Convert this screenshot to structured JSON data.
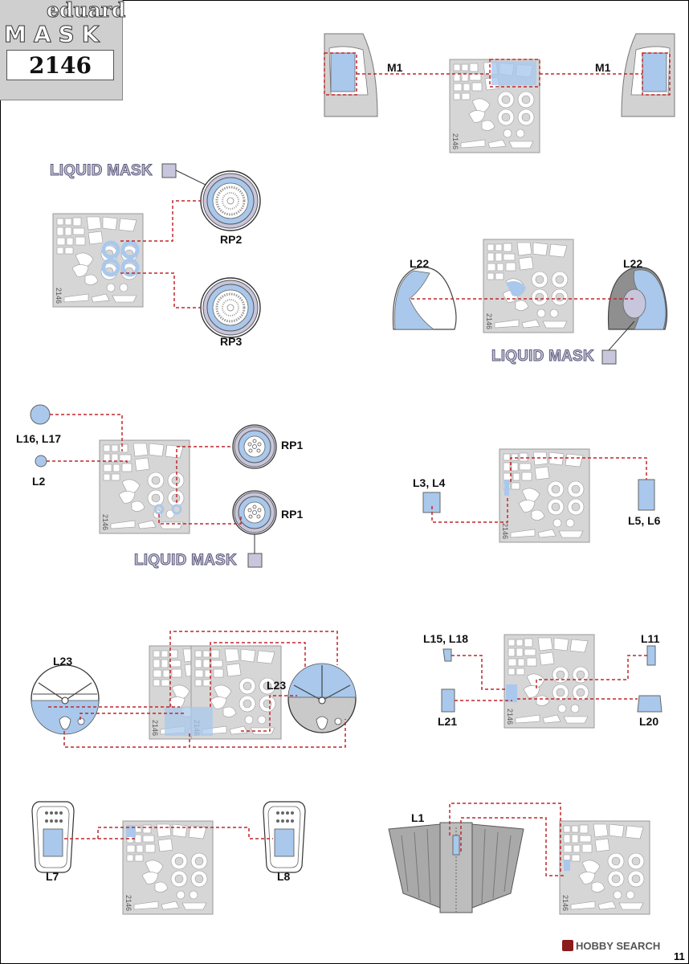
{
  "logo": {
    "brand": "eduard",
    "product": "MASK",
    "number": "2146"
  },
  "labels": {
    "m1_left": "M1",
    "m1_right": "M1",
    "rp2": "RP2",
    "rp3": "RP3",
    "l22_left": "L22",
    "l22_right": "L22",
    "l16_l17": "L16, L17",
    "l2": "L2",
    "rp1_top": "RP1",
    "rp1_bottom": "RP1",
    "l3_l4": "L3, L4",
    "l5_l6": "L5, L6",
    "l23_left": "L23",
    "l23_right": "L23",
    "l15_l18": "L15, L18",
    "l11": "L11",
    "l21": "L21",
    "l20": "L20",
    "l7": "L7",
    "l8": "L8",
    "l1": "L1"
  },
  "liquid_mask": {
    "text_1": "LIQUID MASK",
    "text_2": "LIQUID MASK",
    "text_3": "LIQUID MASK"
  },
  "sheet_code": "2146",
  "footer": {
    "brand": "HOBBY SEARCH",
    "page": "11"
  },
  "colors": {
    "mask_blue": "#a9c8ec",
    "sheet_grey": "#d6d6d6",
    "leader_red": "#c0272d",
    "liquid_mask": "#c8c6dc",
    "frame_grey": "#9a9a9a"
  }
}
